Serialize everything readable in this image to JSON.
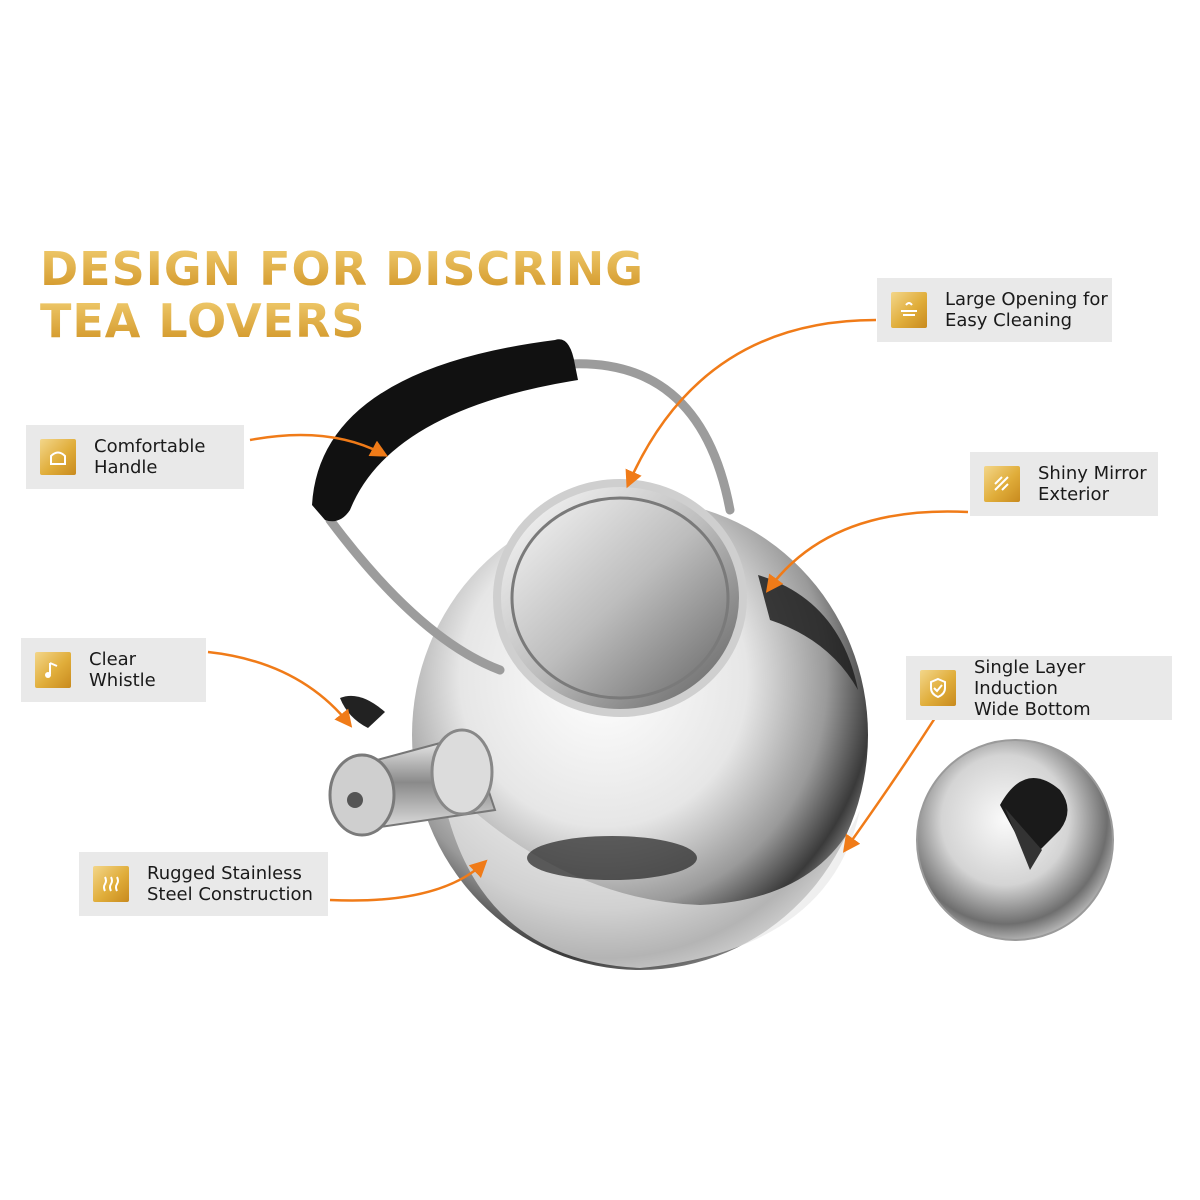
{
  "colors": {
    "headline_gold_light": "#f2cf73",
    "headline_gold_dark": "#cf9121",
    "arrow_orange": "#f07b18",
    "callout_bg": "#e9e9e9",
    "icon_gold": "#e0ad3a"
  },
  "headline": {
    "line1": "DESIGN FOR DISCRING",
    "line2": "TEA LOVERS"
  },
  "callouts": [
    {
      "id": "large-opening",
      "icon": "opening-icon",
      "line1": "Large Opening for",
      "line2": "Easy Cleaning"
    },
    {
      "id": "handle",
      "icon": "handle-icon",
      "line1": "Comfortable",
      "line2": "Handle"
    },
    {
      "id": "mirror",
      "icon": "mirror-icon",
      "line1": "Shiny Mirror",
      "line2": "Exterior"
    },
    {
      "id": "whistle",
      "icon": "music-note-icon",
      "line1": "Clear",
      "line2": "Whistle"
    },
    {
      "id": "induction",
      "icon": "shield-check-icon",
      "line1": "Single Layer Induction",
      "line2": "Wide Bottom"
    },
    {
      "id": "steel",
      "icon": "heat-waves-icon",
      "line1": "Rugged Stainless",
      "line2": "Steel Construction"
    }
  ]
}
